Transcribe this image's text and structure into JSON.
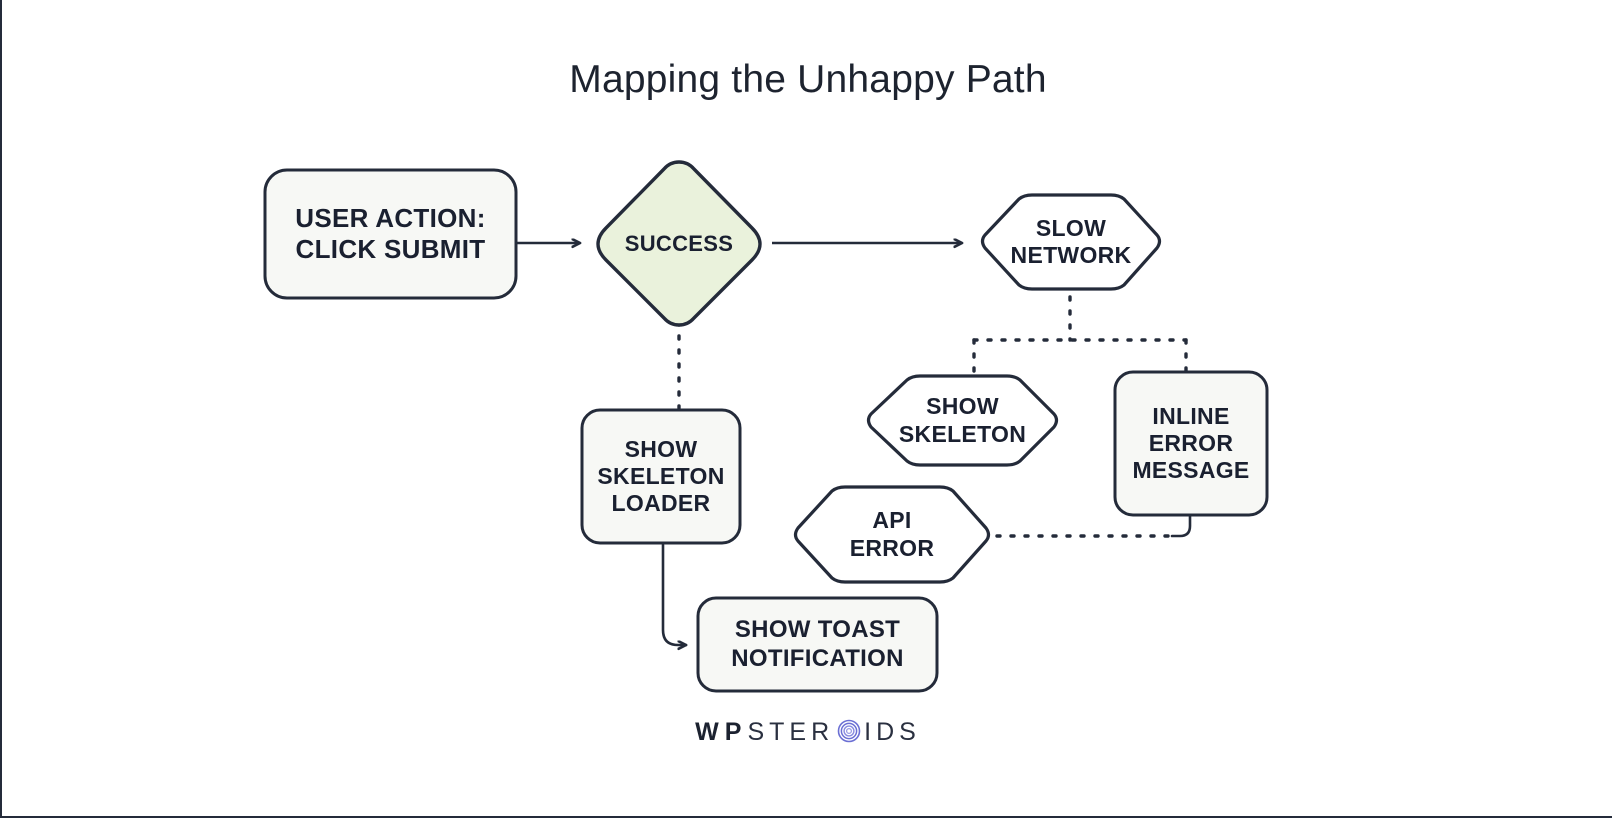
{
  "page": {
    "title": "Mapping the Unhappy Path",
    "background": "#ffffff",
    "stroke_color": "#242b3a",
    "node_fill": "#f7f8f5",
    "accent_fill": "#eaf2dc",
    "text_color": "#1a2030"
  },
  "nodes": [
    {
      "id": "user-action",
      "label_lines": [
        "USER ACTION:",
        "CLICK SUBMIT"
      ],
      "line1": "USER ACTION:",
      "line2": "CLICK SUBMIT",
      "shape": "rounded-rect",
      "fill": "#f7f8f5"
    },
    {
      "id": "success",
      "label_lines": [
        "SUCCESS"
      ],
      "line1": "SUCCESS",
      "shape": "diamond",
      "fill": "#eaf2dc"
    },
    {
      "id": "slow-network",
      "label_lines": [
        "SLOW",
        "NETWORK"
      ],
      "line1": "SLOW",
      "line2": "NETWORK",
      "shape": "hexagon",
      "fill": "#ffffff"
    },
    {
      "id": "show-skeleton-loader",
      "label_lines": [
        "SHOW",
        "SKELETON",
        "LOADER"
      ],
      "line1": "SHOW",
      "line2": "SKELETON",
      "line3": "LOADER",
      "shape": "rounded-rect",
      "fill": "#f7f8f5"
    },
    {
      "id": "show-skeleton",
      "label_lines": [
        "SHOW",
        "SKELETON"
      ],
      "line1": "SHOW",
      "line2": "SKELETON",
      "shape": "hexagon",
      "fill": "#ffffff"
    },
    {
      "id": "inline-error-message",
      "label_lines": [
        "INLINE",
        "ERROR",
        "MESSAGE"
      ],
      "line1": "INLINE",
      "line2": "ERROR",
      "line3": "MESSAGE",
      "shape": "rounded-rect",
      "fill": "#f7f8f5"
    },
    {
      "id": "api-error",
      "label_lines": [
        "API",
        "ERROR"
      ],
      "line1": "API",
      "line2": "ERROR",
      "shape": "hexagon",
      "fill": "#ffffff"
    },
    {
      "id": "show-toast-notification",
      "label_lines": [
        "SHOW TOAST",
        "NOTIFICATION"
      ],
      "line1": "SHOW TOAST",
      "line2": "NOTIFICATION",
      "shape": "rounded-rect",
      "fill": "#f7f8f5"
    }
  ],
  "connectors": [
    {
      "id": "user-action-to-success",
      "style": "solid",
      "arrow": true
    },
    {
      "id": "success-to-slow-network",
      "style": "solid",
      "arrow": true
    },
    {
      "id": "success-to-show-skeleton-loader",
      "style": "dotted",
      "arrow": false
    },
    {
      "id": "slow-network-split",
      "style": "dotted",
      "arrow": false
    },
    {
      "id": "api-error-to-inline-error",
      "style": "dotted",
      "arrow": false
    },
    {
      "id": "loader-to-toast",
      "style": "solid",
      "arrow": true
    }
  ],
  "logo": {
    "part1": "WP",
    "part2": "STER",
    "part3": "IDS",
    "spiral_color": "#6b6fd4"
  }
}
